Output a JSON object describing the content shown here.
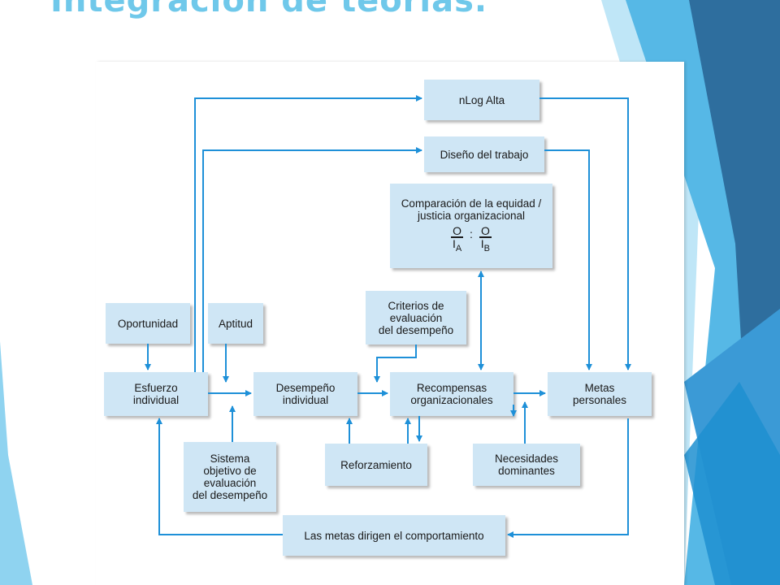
{
  "slide": {
    "title": "Integración de teorías."
  },
  "boxes": {
    "nlog": "nLog Alta",
    "diseno": "Diseño del trabajo",
    "equidad": "Comparación de la equidad / justicia organizacional",
    "equidad_ratio": {
      "num_a": "O",
      "den_a": "I",
      "sub_a": "A",
      "sep": ":",
      "num_b": "O",
      "den_b": "I",
      "sub_b": "B"
    },
    "oportunidad": "Oportunidad",
    "aptitud": "Aptitud",
    "criterios": [
      "Criterios de",
      "evaluación",
      "del desempeño"
    ],
    "esfuerzo": [
      "Esfuerzo",
      "individual"
    ],
    "desempeno": [
      "Desempeño",
      "individual"
    ],
    "recompensas": [
      "Recompensas",
      "organizacionales"
    ],
    "metas_personales": [
      "Metas",
      "personales"
    ],
    "sistema": [
      "Sistema",
      "objetivo de",
      "evaluación",
      "del desempeño"
    ],
    "reforzamiento": "Reforzamiento",
    "necesidades": [
      "Necesidades",
      "dominantes"
    ],
    "metas_dirigen": "Las metas dirigen el comportamiento"
  },
  "colors": {
    "title": "#6fc8ea",
    "box_fill": "#cfe6f5",
    "arrow": "#1e90d8",
    "deco_dark": "#2e6e9e",
    "deco_mid": "#3b9ad6",
    "deco_light": "#8fd3f0"
  }
}
